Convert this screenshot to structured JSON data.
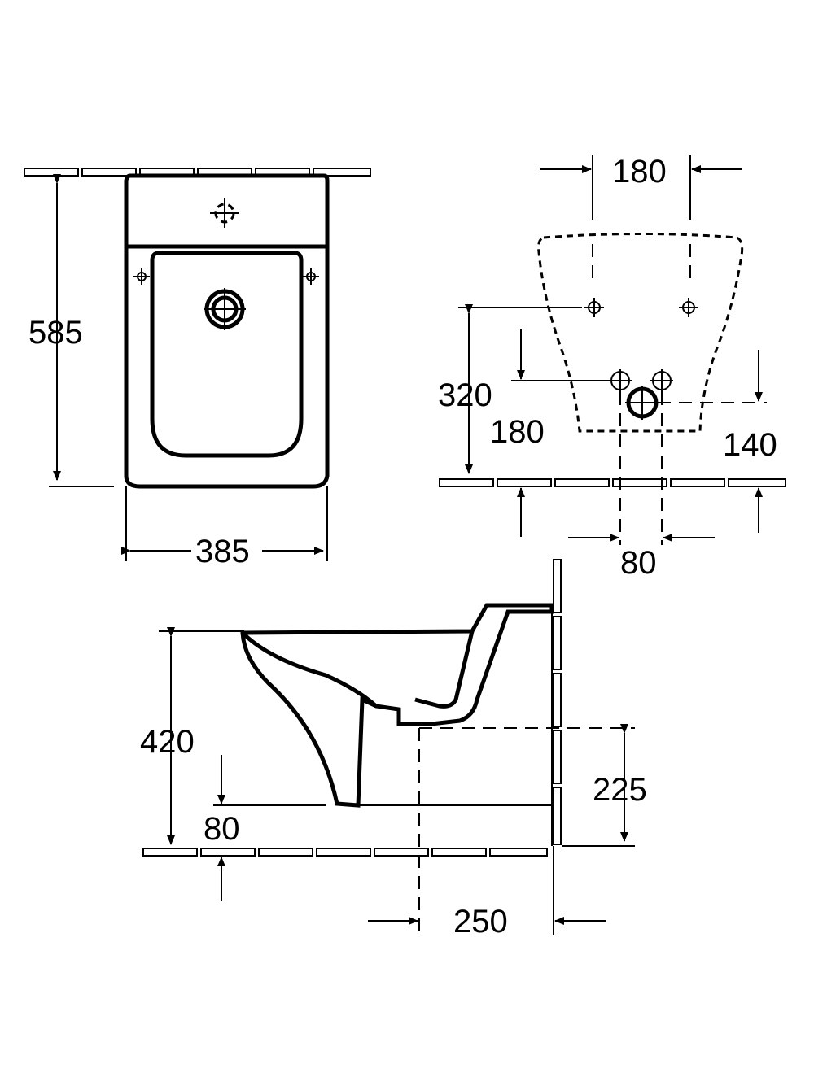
{
  "top_view": {
    "height_label": "585",
    "width_label": "385"
  },
  "mounting_view": {
    "bolt_spacing_label": "180",
    "bolt_height_label": "320",
    "pipe_height_label": "180",
    "waste_height_label": "140",
    "pipe_spacing_label": "80"
  },
  "side_view": {
    "rim_height_label": "420",
    "bottom_clearance_label": "80",
    "waste_height_label": "225",
    "depth_label": "250"
  }
}
